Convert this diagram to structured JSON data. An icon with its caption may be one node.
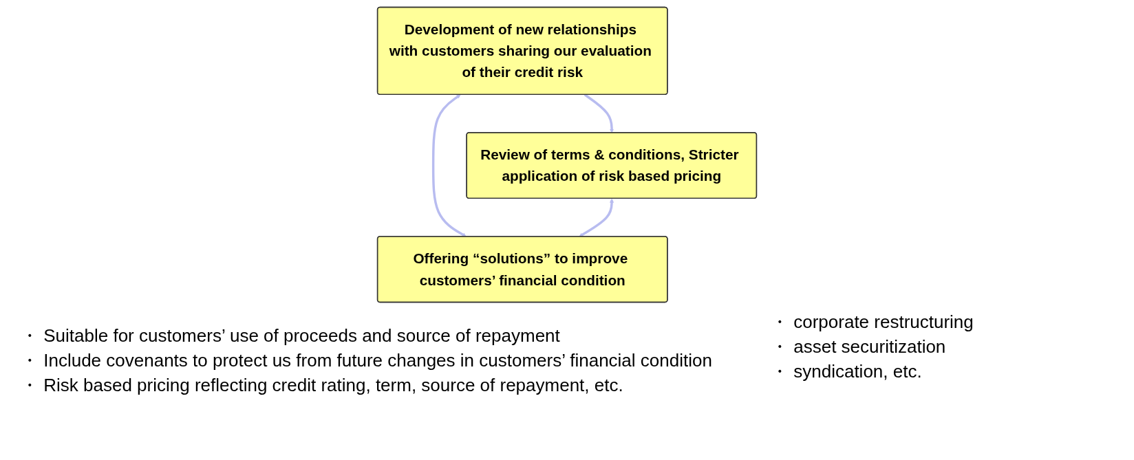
{
  "diagram": {
    "nodes": [
      {
        "text": [
          "Development of new relationships with customers sharing our evaluation of their credit risk"
        ]
      },
      {
        "text": [
          "Review of terms & conditions, Stricter application of risk based pricing"
        ],
        "beside": [
          "・ Suitable for customers’ use of proceeds and source of repayment",
          "・ Include covenants to protect us from future changes in customers’ financial condition",
          "・ Risk based pricing reflecting credit rating, term, source of repayment, etc."
        ]
      },
      {
        "text": [
          "Offering “solutions” to improve customers’ financial condition"
        ],
        "beside": [
          "・ corporate restructuring",
          "・ asset securitization",
          "・ syndication, etc."
        ]
      }
    ],
    "edges": [
      {
        "from": 0,
        "to": 1,
        "arrow": "to"
      },
      {
        "from": 0,
        "to": 2,
        "arrow": "both"
      },
      {
        "from": 1,
        "to": 2,
        "arrow": "both"
      }
    ]
  }
}
